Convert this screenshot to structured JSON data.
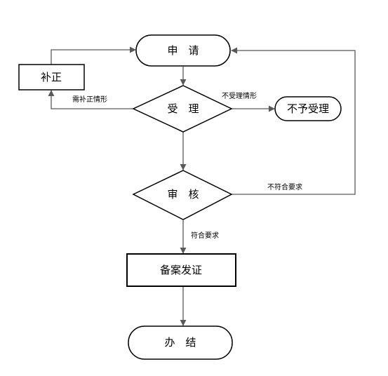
{
  "nodes": {
    "apply": "申　请",
    "accept": "受　理",
    "review": "审　核",
    "correct": "补正",
    "reject": "不予受理",
    "certify": "备案发证",
    "done": "办　结"
  },
  "edges": {
    "needs_correction": "需补正情形",
    "not_accepted": "不受理情形",
    "not_meet": "不符合要求",
    "meets": "符合要求"
  },
  "colors": {
    "stroke": "#000000",
    "arrow": "#595959",
    "background": "#ffffff"
  }
}
